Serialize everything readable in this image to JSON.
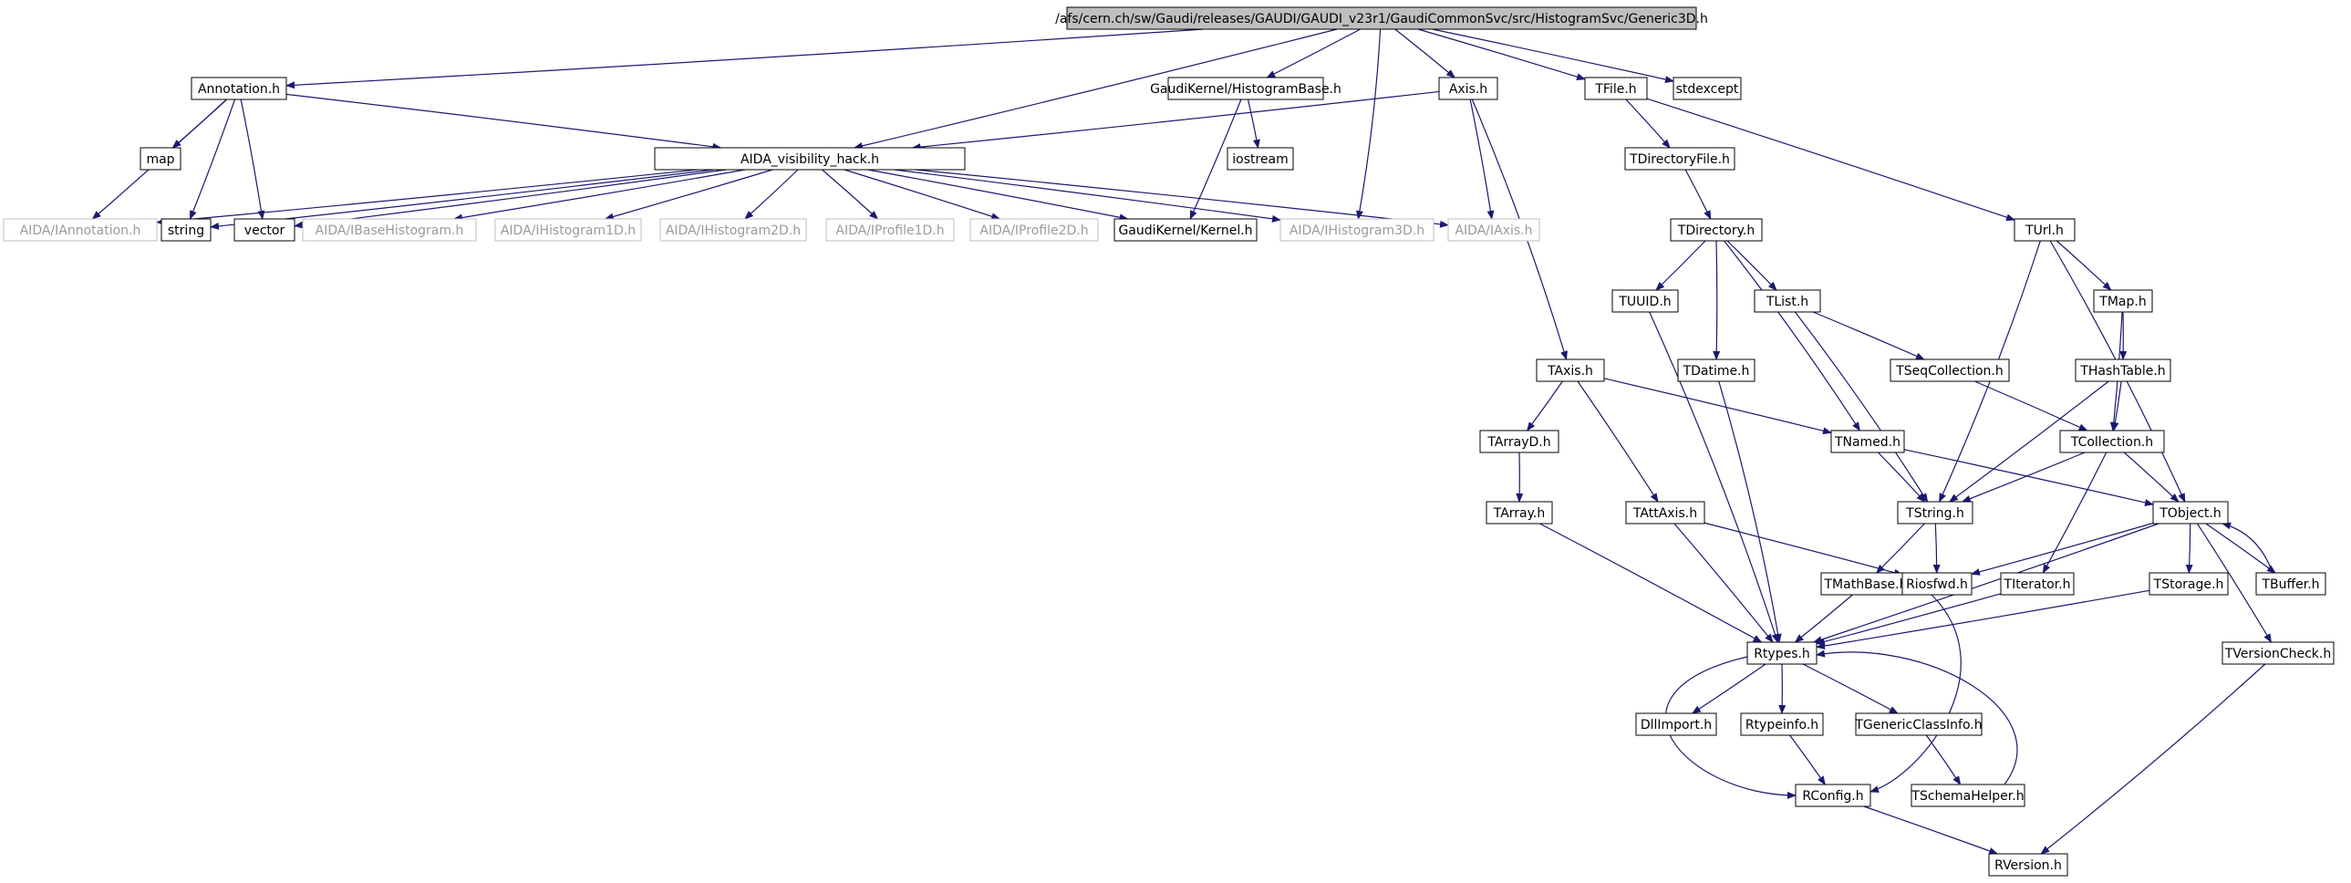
{
  "colors": {
    "edge": "#191970",
    "root_fill": "#bfbfbf",
    "box_stroke": "#000000",
    "ext_stroke": "#bfbfbf",
    "ext_text": "#9a9a9a"
  },
  "nodes": [
    {
      "id": "root",
      "label": "/afs/cern.ch/sw/Gaudi/releases/GAUDI/GAUDI_v23r1/GaudiCommonSvc/src/HistogramSvc/Generic3D.h",
      "kind": "root"
    },
    {
      "id": "annotation",
      "label": "Annotation.h",
      "kind": "file"
    },
    {
      "id": "histbase",
      "label": "GaudiKernel/HistogramBase.h",
      "kind": "file"
    },
    {
      "id": "axis",
      "label": "Axis.h",
      "kind": "file"
    },
    {
      "id": "tfile",
      "label": "TFile.h",
      "kind": "file"
    },
    {
      "id": "stdexcept",
      "label": "stdexcept",
      "kind": "file"
    },
    {
      "id": "map",
      "label": "map",
      "kind": "file"
    },
    {
      "id": "aidahack",
      "label": "AIDA_visibility_hack.h",
      "kind": "file"
    },
    {
      "id": "iostream",
      "label": "iostream",
      "kind": "file"
    },
    {
      "id": "tdirfile",
      "label": "TDirectoryFile.h",
      "kind": "file"
    },
    {
      "id": "iannot",
      "label": "AIDA/IAnnotation.h",
      "kind": "ext"
    },
    {
      "id": "string",
      "label": "string",
      "kind": "file"
    },
    {
      "id": "vector",
      "label": "vector",
      "kind": "file"
    },
    {
      "id": "ibasehist",
      "label": "AIDA/IBaseHistogram.h",
      "kind": "ext"
    },
    {
      "id": "ihist1d",
      "label": "AIDA/IHistogram1D.h",
      "kind": "ext"
    },
    {
      "id": "ihist2d",
      "label": "AIDA/IHistogram2D.h",
      "kind": "ext"
    },
    {
      "id": "iprof1d",
      "label": "AIDA/IProfile1D.h",
      "kind": "ext"
    },
    {
      "id": "iprof2d",
      "label": "AIDA/IProfile2D.h",
      "kind": "ext"
    },
    {
      "id": "gkkernel",
      "label": "GaudiKernel/Kernel.h",
      "kind": "file"
    },
    {
      "id": "ihist3d",
      "label": "AIDA/IHistogram3D.h",
      "kind": "ext"
    },
    {
      "id": "iaxis",
      "label": "AIDA/IAxis.h",
      "kind": "ext"
    },
    {
      "id": "tdirectory",
      "label": "TDirectory.h",
      "kind": "file"
    },
    {
      "id": "turl",
      "label": "TUrl.h",
      "kind": "file"
    },
    {
      "id": "tuuid",
      "label": "TUUID.h",
      "kind": "file"
    },
    {
      "id": "tlist",
      "label": "TList.h",
      "kind": "file"
    },
    {
      "id": "tmap",
      "label": "TMap.h",
      "kind": "file"
    },
    {
      "id": "taxis",
      "label": "TAxis.h",
      "kind": "file"
    },
    {
      "id": "tdatime",
      "label": "TDatime.h",
      "kind": "file"
    },
    {
      "id": "tseqcoll",
      "label": "TSeqCollection.h",
      "kind": "file"
    },
    {
      "id": "thashtable",
      "label": "THashTable.h",
      "kind": "file"
    },
    {
      "id": "tarrayd",
      "label": "TArrayD.h",
      "kind": "file"
    },
    {
      "id": "tnamed",
      "label": "TNamed.h",
      "kind": "file"
    },
    {
      "id": "tcollection",
      "label": "TCollection.h",
      "kind": "file"
    },
    {
      "id": "tarray",
      "label": "TArray.h",
      "kind": "file"
    },
    {
      "id": "tattaxis",
      "label": "TAttAxis.h",
      "kind": "file"
    },
    {
      "id": "tstring",
      "label": "TString.h",
      "kind": "file"
    },
    {
      "id": "tobject",
      "label": "TObject.h",
      "kind": "file"
    },
    {
      "id": "tmathbase",
      "label": "TMathBase.h",
      "kind": "file"
    },
    {
      "id": "riosfwd",
      "label": "Riosfwd.h",
      "kind": "file"
    },
    {
      "id": "titerator",
      "label": "TIterator.h",
      "kind": "file"
    },
    {
      "id": "tstorage",
      "label": "TStorage.h",
      "kind": "file"
    },
    {
      "id": "tbuffer",
      "label": "TBuffer.h",
      "kind": "file"
    },
    {
      "id": "rtypes",
      "label": "Rtypes.h",
      "kind": "file"
    },
    {
      "id": "tversioncheck",
      "label": "TVersionCheck.h",
      "kind": "file"
    },
    {
      "id": "dllimport",
      "label": "DllImport.h",
      "kind": "file"
    },
    {
      "id": "rtypeinfo",
      "label": "Rtypeinfo.h",
      "kind": "file"
    },
    {
      "id": "tgenclassinfo",
      "label": "TGenericClassInfo.h",
      "kind": "file"
    },
    {
      "id": "rconfig",
      "label": "RConfig.h",
      "kind": "file"
    },
    {
      "id": "tschemahelper",
      "label": "TSchemaHelper.h",
      "kind": "file"
    },
    {
      "id": "rversion",
      "label": "RVersion.h",
      "kind": "file"
    }
  ],
  "edges": [
    [
      "root",
      "annotation"
    ],
    [
      "root",
      "histbase"
    ],
    [
      "root",
      "axis"
    ],
    [
      "root",
      "tfile"
    ],
    [
      "root",
      "stdexcept"
    ],
    [
      "root",
      "aidahack"
    ],
    [
      "root",
      "ihist3d"
    ],
    [
      "annotation",
      "map"
    ],
    [
      "annotation",
      "aidahack"
    ],
    [
      "annotation",
      "iannot"
    ],
    [
      "annotation",
      "string"
    ],
    [
      "annotation",
      "vector"
    ],
    [
      "histbase",
      "iostream"
    ],
    [
      "histbase",
      "gkkernel"
    ],
    [
      "axis",
      "aidahack"
    ],
    [
      "axis",
      "iaxis"
    ],
    [
      "axis",
      "taxis"
    ],
    [
      "tfile",
      "tdirfile"
    ],
    [
      "tfile",
      "turl"
    ],
    [
      "aidahack",
      "iannot"
    ],
    [
      "aidahack",
      "string"
    ],
    [
      "aidahack",
      "vector"
    ],
    [
      "aidahack",
      "ibasehist"
    ],
    [
      "aidahack",
      "ihist1d"
    ],
    [
      "aidahack",
      "ihist2d"
    ],
    [
      "aidahack",
      "iprof1d"
    ],
    [
      "aidahack",
      "iprof2d"
    ],
    [
      "aidahack",
      "gkkernel"
    ],
    [
      "aidahack",
      "ihist3d"
    ],
    [
      "aidahack",
      "iaxis"
    ],
    [
      "tdirfile",
      "tdirectory"
    ],
    [
      "tdirectory",
      "tuuid"
    ],
    [
      "tdirectory",
      "tdatime"
    ],
    [
      "tdirectory",
      "tlist"
    ],
    [
      "tdirectory",
      "tnamed"
    ],
    [
      "turl",
      "tmap"
    ],
    [
      "turl",
      "tstring"
    ],
    [
      "turl",
      "tobject"
    ],
    [
      "tuuid",
      "rtypes"
    ],
    [
      "tlist",
      "tseqcoll"
    ],
    [
      "tlist",
      "tstring"
    ],
    [
      "tmap",
      "thashtable"
    ],
    [
      "tmap",
      "tcollection"
    ],
    [
      "taxis",
      "tarrayd"
    ],
    [
      "taxis",
      "tnamed"
    ],
    [
      "taxis",
      "tattaxis"
    ],
    [
      "tdatime",
      "rtypes"
    ],
    [
      "tseqcoll",
      "tcollection"
    ],
    [
      "thashtable",
      "tcollection"
    ],
    [
      "thashtable",
      "tstring"
    ],
    [
      "tarrayd",
      "tarray"
    ],
    [
      "tnamed",
      "tstring"
    ],
    [
      "tnamed",
      "tobject"
    ],
    [
      "tcollection",
      "tstring"
    ],
    [
      "tcollection",
      "tobject"
    ],
    [
      "tcollection",
      "titerator"
    ],
    [
      "tarray",
      "rtypes"
    ],
    [
      "tattaxis",
      "rtypes"
    ],
    [
      "tattaxis",
      "riosfwd"
    ],
    [
      "tstring",
      "tmathbase"
    ],
    [
      "tstring",
      "riosfwd"
    ],
    [
      "tobject",
      "riosfwd"
    ],
    [
      "tobject",
      "tstorage"
    ],
    [
      "tobject",
      "tbuffer"
    ],
    [
      "tobject",
      "rtypes"
    ],
    [
      "tobject",
      "tversioncheck"
    ],
    [
      "tbuffer",
      "tobject"
    ],
    [
      "tmathbase",
      "rtypes"
    ],
    [
      "riosfwd",
      "rconfig"
    ],
    [
      "titerator",
      "rtypes"
    ],
    [
      "tstorage",
      "rtypes"
    ],
    [
      "rtypes",
      "dllimport"
    ],
    [
      "rtypes",
      "rtypeinfo"
    ],
    [
      "rtypes",
      "tgenclassinfo"
    ],
    [
      "rtypes",
      "rconfig"
    ],
    [
      "rtypeinfo",
      "rconfig"
    ],
    [
      "tgenclassinfo",
      "tschemahelper"
    ],
    [
      "tschemahelper",
      "rtypes"
    ],
    [
      "rconfig",
      "rversion"
    ],
    [
      "tversioncheck",
      "rversion"
    ]
  ]
}
